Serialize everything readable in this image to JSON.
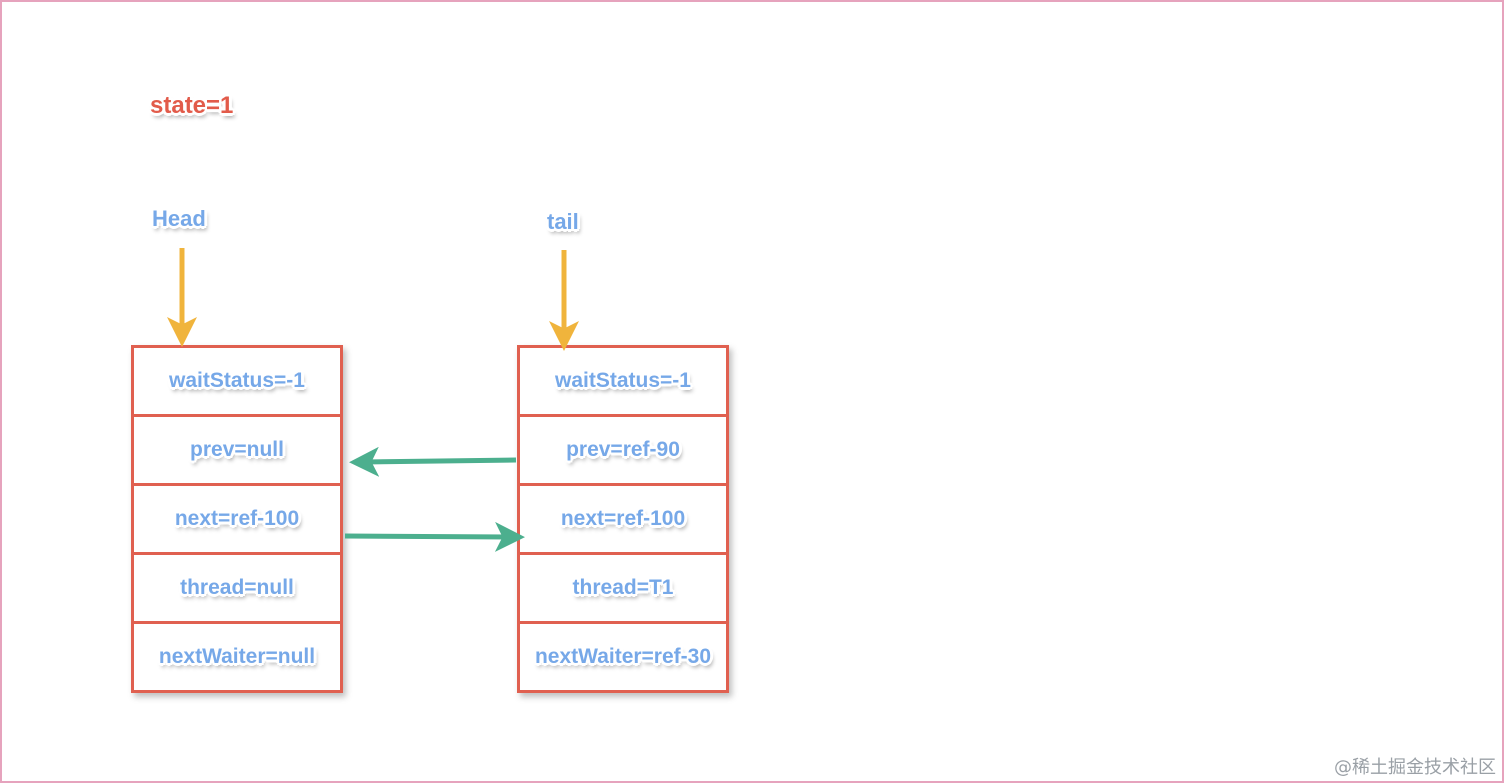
{
  "state_label": "state=1",
  "head_label": "Head",
  "tail_label": "tail",
  "nodes": [
    {
      "fields": [
        "waitStatus=-1",
        "prev=null",
        "next=ref-100",
        "thread=null",
        "nextWaiter=null"
      ]
    },
    {
      "fields": [
        "waitStatus=-1",
        "prev=ref-90",
        "next=ref-100",
        "thread=T1",
        "nextWaiter=ref-30"
      ]
    }
  ],
  "watermark": "@稀土掘金技术社区",
  "colors": {
    "state_text": "#e25b4a",
    "field_text": "#76a8e8",
    "node_border": "#e06050",
    "pointer_arrow": "#f0b43c",
    "link_arrow": "#4caf8e",
    "frame_border": "#e6a3bd"
  }
}
